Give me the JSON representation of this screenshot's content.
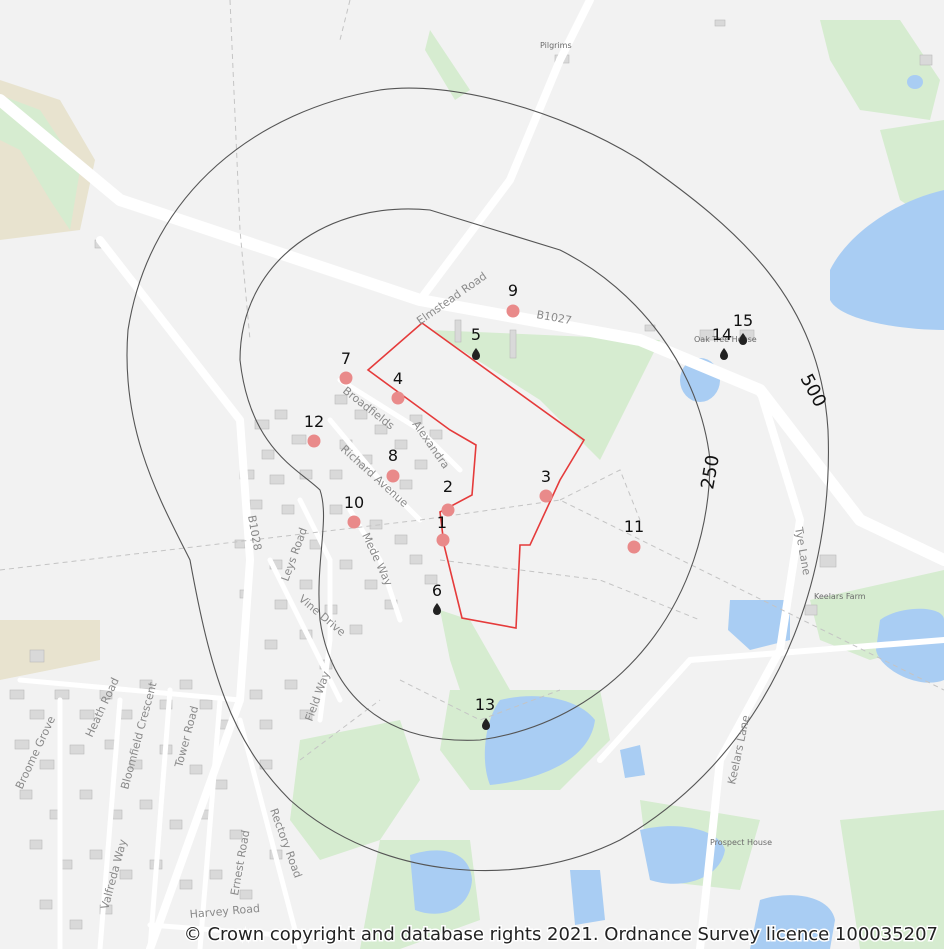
{
  "map": {
    "road_labels": {
      "elmstead_road": "Elmstead Road",
      "b1027": "B1027",
      "b1028": "B1028",
      "broadfields": "Broadfields",
      "alexandra": "Alexandra",
      "richard_avenue": "Richard Avenue",
      "leys_road": "Leys Road",
      "mede_way": "Mede Way",
      "vine_drive": "Vine Drive",
      "field_way": "Field Way",
      "heath_road": "Heath Road",
      "broome_grove": "Broome Grove",
      "bloomfield_crescent": "Bloomfield Crescent",
      "tower_road": "Tower Road",
      "valfreda_way": "Valfreda Way",
      "ernest_road": "Ernest Road",
      "rectory_road": "Rectory Road",
      "harvey_road": "Harvey Road",
      "tye_lane": "Tye Lane",
      "keelars_lane": "Keelars Lane"
    },
    "place_labels": {
      "pilgrims": "Pilgrims",
      "oak_tree_house": "Oak Tree House",
      "keelars_farm": "Keelars Farm",
      "prospect_house": "Prospect House"
    },
    "rings": [
      {
        "label": "250"
      },
      {
        "label": "500"
      }
    ],
    "markers": [
      {
        "label": "1",
        "kind": "circle"
      },
      {
        "label": "2",
        "kind": "circle"
      },
      {
        "label": "3",
        "kind": "circle"
      },
      {
        "label": "4",
        "kind": "circle"
      },
      {
        "label": "5",
        "kind": "drop"
      },
      {
        "label": "6",
        "kind": "drop"
      },
      {
        "label": "7",
        "kind": "circle"
      },
      {
        "label": "8",
        "kind": "circle"
      },
      {
        "label": "9",
        "kind": "circle"
      },
      {
        "label": "10",
        "kind": "circle"
      },
      {
        "label": "11",
        "kind": "circle"
      },
      {
        "label": "12",
        "kind": "circle"
      },
      {
        "label": "13",
        "kind": "drop"
      },
      {
        "label": "14",
        "kind": "drop"
      },
      {
        "label": "15",
        "kind": "drop"
      }
    ],
    "colors": {
      "background": "#f2f2f2",
      "green": "#d6ecd0",
      "water": "#a9cdf3",
      "building": "#d9d9d9",
      "boundary": "#e53b3b",
      "circle_marker": "#e98a8a",
      "ring": "#555555"
    },
    "attribution": "© Crown copyright and database rights 2021. Ordnance Survey licence 100035207"
  }
}
